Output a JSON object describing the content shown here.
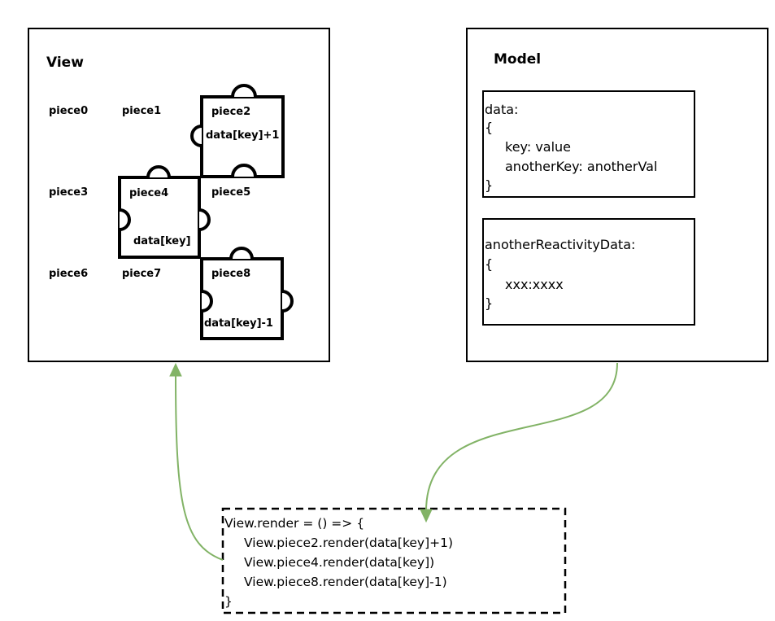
{
  "view": {
    "title": "View",
    "pieces": {
      "piece0": "piece0",
      "piece1": "piece1",
      "piece2": "piece2",
      "piece3": "piece3",
      "piece4": "piece4",
      "piece5": "piece5",
      "piece6": "piece6",
      "piece7": "piece7",
      "piece8": "piece8"
    },
    "piece2_value": "data[key]+1",
    "piece4_value": "data[key]",
    "piece8_value": "data[key]-1"
  },
  "model": {
    "title": "Model",
    "data_box": {
      "lines": [
        "data:",
        "{",
        "key: value",
        "anotherKey: anotherVal",
        "}"
      ]
    },
    "reactivity_box": {
      "lines": [
        "anotherReactivityData:",
        "{",
        "xxx:xxxx",
        "}"
      ]
    }
  },
  "render_code": {
    "lines": [
      "View.render = () => {",
      "View.piece2.render(data[key]+1)",
      "View.piece4.render(data[key])",
      "View.piece8.render(data[key]-1)",
      "}"
    ]
  },
  "colors": {
    "arrow": "#82b366"
  }
}
